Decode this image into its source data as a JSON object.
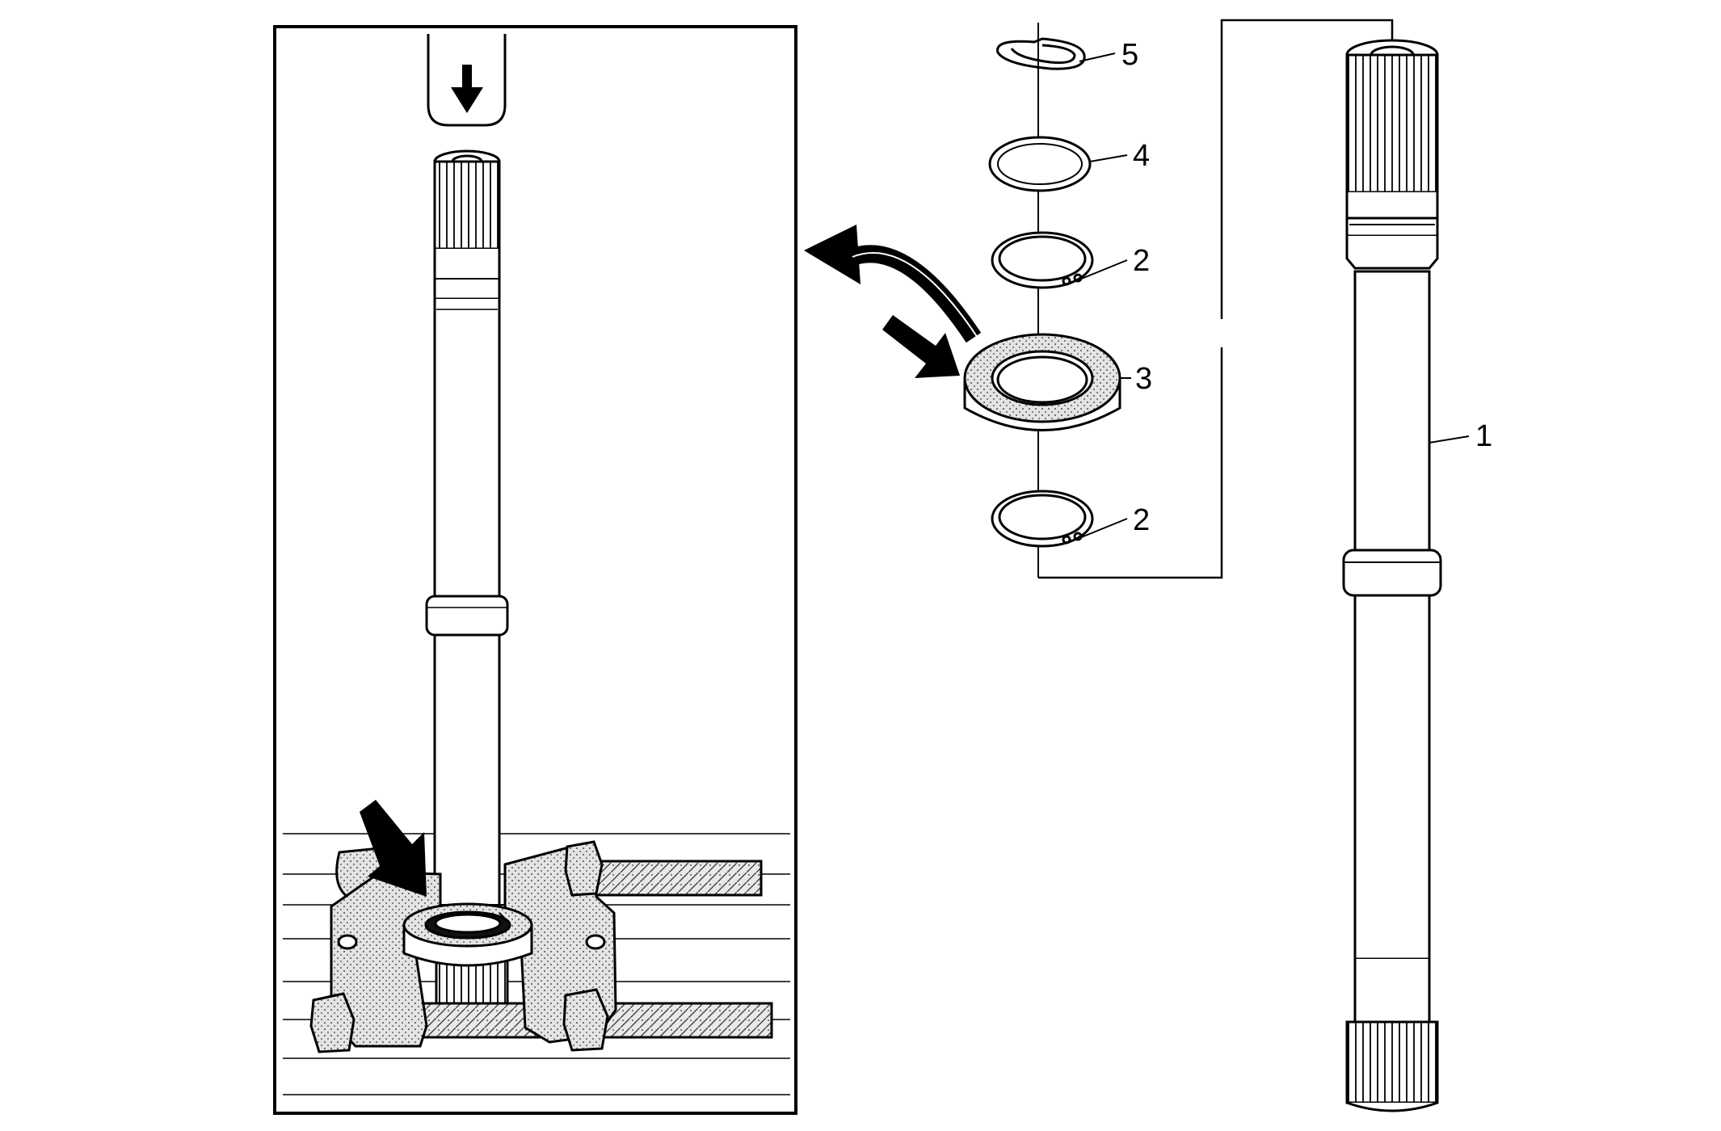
{
  "diagram": {
    "callouts": [
      {
        "id": "shaft",
        "label": "1"
      },
      {
        "id": "retaining-ring-upper",
        "label": "2"
      },
      {
        "id": "bearing",
        "label": "3"
      },
      {
        "id": "washer",
        "label": "4"
      },
      {
        "id": "snap-ring",
        "label": "5"
      },
      {
        "id": "retaining-ring-lower",
        "label": "2"
      }
    ]
  },
  "colors": {
    "line": "#000000",
    "background": "#ffffff",
    "stipple": "#9a9a9a"
  }
}
